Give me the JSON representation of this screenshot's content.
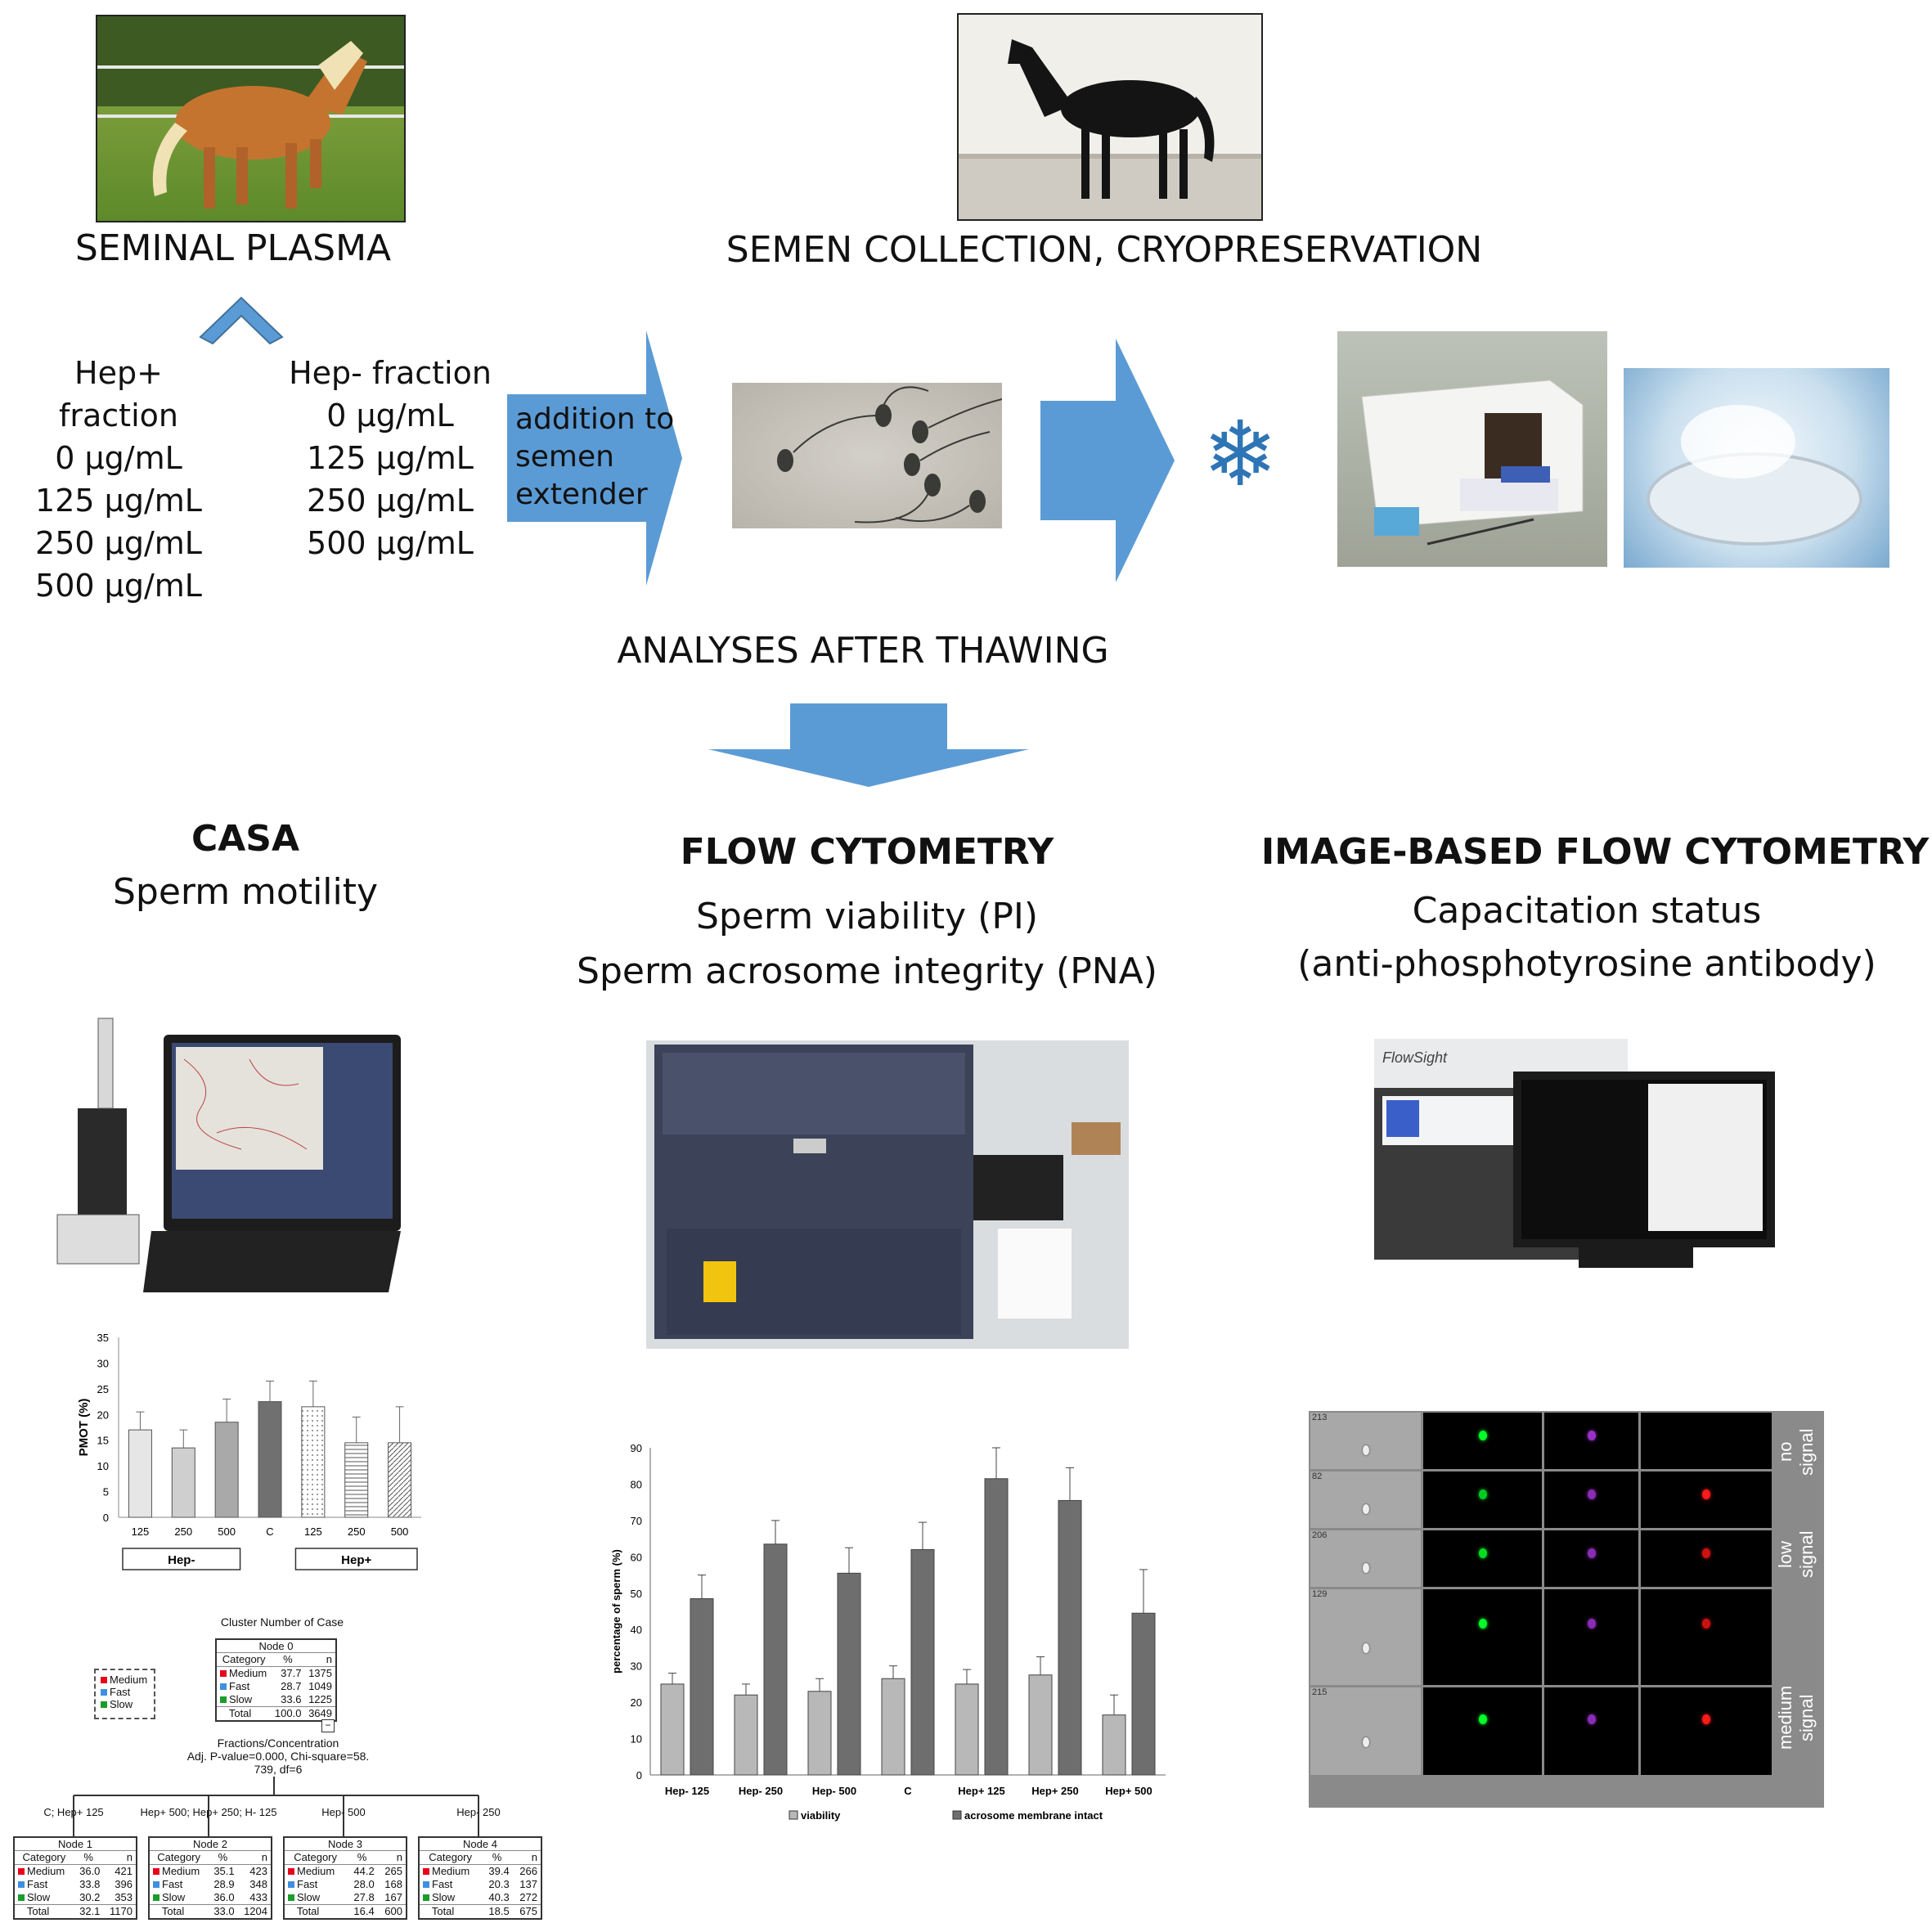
{
  "top_left": {
    "title": "SEMINAL PLASMA",
    "hep_pos": {
      "label": "Hep+ fraction",
      "doses": [
        "0 µg/mL",
        "125 µg/mL",
        "250 µg/mL",
        "500 µg/mL"
      ]
    },
    "hep_neg": {
      "label": "Hep- fraction",
      "doses": [
        "0 µg/mL",
        "125 µg/mL",
        "250 µg/mL",
        "500 µg/mL"
      ]
    }
  },
  "top_right": {
    "title": "SEMEN COLLECTION, CRYOPRESERVATION"
  },
  "flow": {
    "arrow1_label_lines": [
      "addition to",
      "semen",
      "extender"
    ],
    "snowflake": "❄",
    "after_thaw": "ANALYSES AFTER THAWING"
  },
  "columns": {
    "casa": {
      "title": "CASA",
      "sub": [
        "Sperm motility"
      ]
    },
    "flow": {
      "title": "FLOW CYTOMETRY",
      "sub": [
        "Sperm viability (PI)",
        "Sperm acrosome integrity (PNA)"
      ]
    },
    "image": {
      "title": "IMAGE-BASED FLOW CYTOMETRY",
      "sub": [
        "Capacitation status",
        "(anti-phosphotyrosine antibody)"
      ]
    }
  },
  "colors": {
    "arrow": "#5b9bd5",
    "snowflake": "#2e75b6"
  },
  "chart_data": [
    {
      "type": "bar",
      "ylabel": "PMOT (%)",
      "ylim": [
        0,
        35
      ],
      "yticks": [
        "0",
        "5",
        "10",
        "15",
        "20",
        "25",
        "30",
        "35"
      ],
      "categories": [
        "125",
        "250",
        "500",
        "C",
        "125",
        "250",
        "500"
      ],
      "values": [
        17,
        13.5,
        18.5,
        22.5,
        21.5,
        14.5,
        14.5
      ],
      "errors": [
        3.5,
        3.5,
        4.5,
        4,
        5,
        5,
        7
      ],
      "groups": [
        "Hep-",
        "Hep+"
      ]
    },
    {
      "type": "bar",
      "ylabel": "percentage of sperm (%)",
      "ylim": [
        0,
        90
      ],
      "yticks": [
        "0",
        "10",
        "20",
        "30",
        "40",
        "50",
        "60",
        "70",
        "80",
        "90"
      ],
      "categories": [
        "Hep- 125",
        "Hep- 250",
        "Hep- 500",
        "C",
        "Hep+ 125",
        "Hep+ 250",
        "Hep+ 500"
      ],
      "series": [
        {
          "name": "viability",
          "values": [
            25,
            22,
            23,
            26.5,
            25,
            27.5,
            16.5
          ],
          "errors": [
            3,
            3,
            3.5,
            3.5,
            4,
            5,
            5.5
          ]
        },
        {
          "name": "acrosome membrane intact",
          "values": [
            48.5,
            63.5,
            55.5,
            62,
            81.5,
            75.5,
            44.5
          ],
          "errors": [
            6.5,
            6.5,
            7,
            7.5,
            8.5,
            9,
            12
          ]
        }
      ]
    }
  ],
  "tree": {
    "title": "Cluster Number of Case",
    "legend": [
      "Medium",
      "Fast",
      "Slow"
    ],
    "root": {
      "name": "Node 0",
      "header": [
        "Category",
        "%",
        "n"
      ],
      "rows": [
        [
          "Medium",
          "37.7",
          "1375"
        ],
        [
          "Fast",
          "28.7",
          "1049"
        ],
        [
          "Slow",
          "33.6",
          "1225"
        ],
        [
          "Total",
          "100.0",
          "3649"
        ]
      ]
    },
    "split_lines": [
      "Fractions/Concentration",
      "Adj. P-value=0.000, Chi-square=58.",
      "739, df=6"
    ],
    "minus_sign": "−",
    "branches": [
      "C; Hep+ 125",
      "Hep+ 500; Hep+ 250; H- 125",
      "Hep- 500",
      "Hep- 250"
    ],
    "nodes": [
      {
        "name": "Node 1",
        "rows": [
          [
            "Medium",
            "36.0",
            "421"
          ],
          [
            "Fast",
            "33.8",
            "396"
          ],
          [
            "Slow",
            "30.2",
            "353"
          ],
          [
            "Total",
            "32.1",
            "1170"
          ]
        ]
      },
      {
        "name": "Node 2",
        "rows": [
          [
            "Medium",
            "35.1",
            "423"
          ],
          [
            "Fast",
            "28.9",
            "348"
          ],
          [
            "Slow",
            "36.0",
            "433"
          ],
          [
            "Total",
            "33.0",
            "1204"
          ]
        ]
      },
      {
        "name": "Node 3",
        "rows": [
          [
            "Medium",
            "44.2",
            "265"
          ],
          [
            "Fast",
            "28.0",
            "168"
          ],
          [
            "Slow",
            "27.8",
            "167"
          ],
          [
            "Total",
            "16.4",
            "600"
          ]
        ]
      },
      {
        "name": "Node 4",
        "rows": [
          [
            "Medium",
            "39.4",
            "266"
          ],
          [
            "Fast",
            "20.3",
            "137"
          ],
          [
            "Slow",
            "40.3",
            "272"
          ],
          [
            "Total",
            "18.5",
            "675"
          ]
        ]
      }
    ],
    "cat_colors": {
      "Medium": "#e8001c",
      "Fast": "#3f8fe0",
      "Slow": "#1c9c2c"
    }
  },
  "imaging": {
    "row_ids": [
      "213",
      "82",
      "206",
      "129",
      "215"
    ],
    "labels": [
      "no signal",
      "low signal",
      "medium signal"
    ],
    "device_brand": "FlowSight"
  }
}
